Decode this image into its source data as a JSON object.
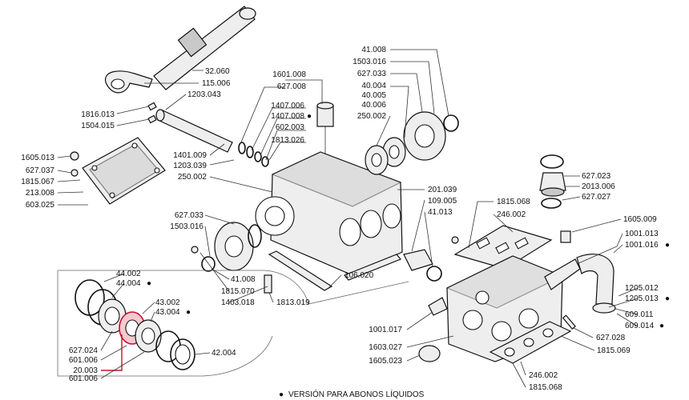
{
  "labels": {
    "l_32060": "32.060",
    "l_115006": "115.006",
    "l_1816013": "1816.013",
    "l_1504015": "1504.015",
    "l_1203043": "1203.043",
    "l_1605013": "1605.013",
    "l_627037": "627.037",
    "l_1815067": "1815.067",
    "l_213008": "213.008",
    "l_603025": "603.025",
    "l_1601008": "1601.008",
    "l_627008": "627.008",
    "l_1407006": "1407.006",
    "l_1407008": "1407.008",
    "l_602003": "602.003",
    "l_1813026": "1813.026",
    "l_1401009": "1401.009",
    "l_1203039": "1203.039",
    "l_250002a": "250.002",
    "l_41008a": "41.008",
    "l_1503016a": "1503.016",
    "l_627033a": "627.033",
    "l_40004": "40.004",
    "l_40005": "40.005",
    "l_40006": "40.006",
    "l_250002b": "250.002",
    "l_201039": "201.039",
    "l_109005": "109.005",
    "l_41013": "41.013",
    "l_1815068a": "1815.068",
    "l_246002a": "246.002",
    "l_627023": "627.023",
    "l_2013006": "2013.006",
    "l_627027": "627.027",
    "l_1605009": "1605.009",
    "l_1001013": "1001.013",
    "l_1001016": "1001.016",
    "l_627033b": "627.033",
    "l_1503016b": "1503.016",
    "l_41008b": "41.008",
    "l_1815070": "1815.070",
    "l_1403018": "1403.018",
    "l_1813019": "1813.019",
    "l_106020": "106.020",
    "l_44002": "44.002",
    "l_44004": "44.004",
    "l_43002": "43.002",
    "l_43004": "43.004",
    "l_627024": "627.024",
    "l_601006a": "601.006",
    "l_20003": "20.003",
    "l_601006b": "601.006",
    "l_42004": "42.004",
    "l_1205012": "1205.012",
    "l_1205013": "1205.013",
    "l_609011": "609.011",
    "l_609014": "609.014",
    "l_627028": "627.028",
    "l_1815069": "1815.069",
    "l_1001017": "1001.017",
    "l_1603027": "1603.027",
    "l_1605023": "1605.023",
    "l_246002b": "246.002",
    "l_1815068b": "1815.068"
  },
  "legend": {
    "bullet": "●",
    "text": "VERSIÓN PARA ABONOS LÍQUIDOS"
  },
  "colors": {
    "line": "#111111",
    "highlight": "#c8102e",
    "part_fill": "#eeeeee",
    "part_shade": "#c9c9c9"
  }
}
